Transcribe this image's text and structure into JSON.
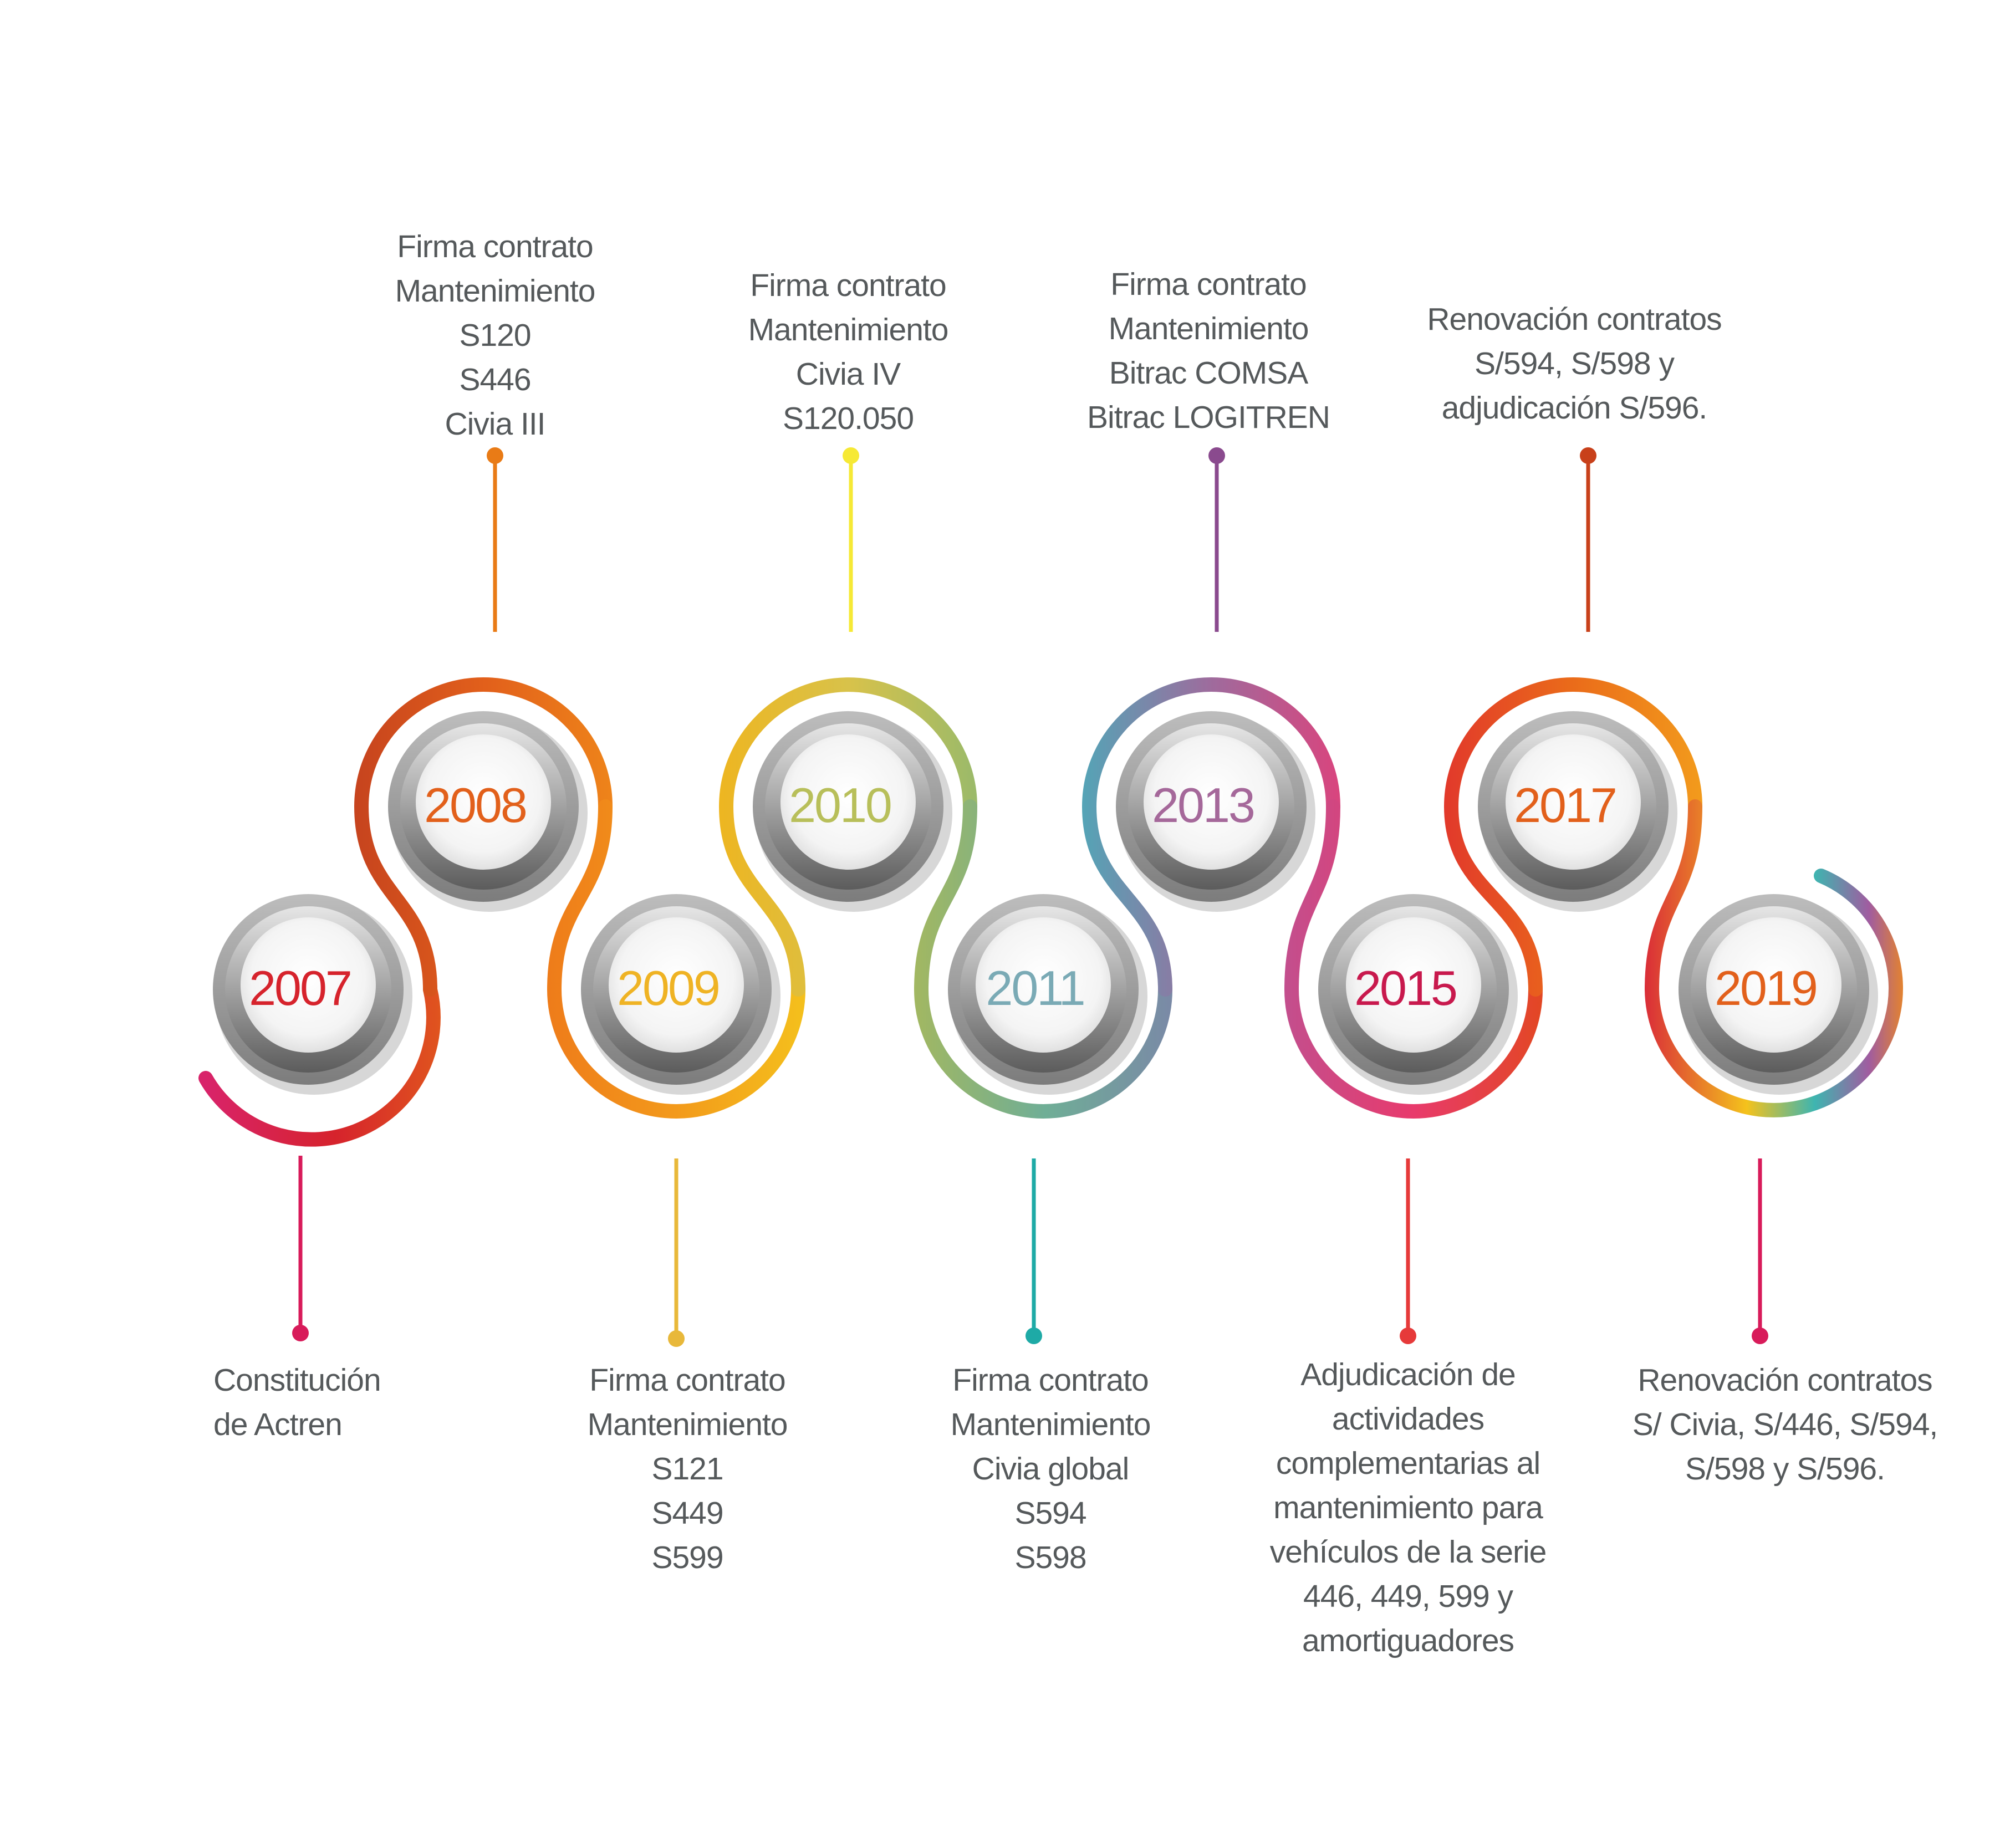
{
  "milestones": [
    {
      "year": "2007",
      "text": "Constitución\nde Actren",
      "color": "#d6232c",
      "dot": "#d81b5a"
    },
    {
      "year": "2008",
      "text": "Firma contrato\nMantenimiento\nS120\nS446\nCivia III",
      "color": "#e2601b",
      "dot": "#e97b16"
    },
    {
      "year": "2009",
      "text": "Firma contrato\nMantenimiento\nS121\nS449\nS599",
      "color": "#efb324",
      "dot": "#e8b83a"
    },
    {
      "year": "2010",
      "text": "Firma contrato\nMantenimiento\nCivia IV\nS120.050",
      "color": "#b8bf5a",
      "dot": "#f6e935"
    },
    {
      "year": "2011",
      "text": "Firma contrato\nMantenimiento\nCivia global\nS594\nS598",
      "color": "#7aaab5",
      "dot": "#1eaaa6"
    },
    {
      "year": "2013",
      "text": "Firma contrato\nMantenimiento\nBitrac COMSA\nBitrac LOGITREN",
      "color": "#a5689a",
      "dot": "#8a4a8e"
    },
    {
      "year": "2015",
      "text": "Adjudicación de\nactividades\ncomplementarias al\nmantenimiento para\nvehículos de la serie\n446, 449, 599 y\namortiguadores",
      "color": "#c8194d",
      "dot": "#e63a3a"
    },
    {
      "year": "2017",
      "text": "Renovación contratos\nS/594, S/598 y\nadjudicación S/596.",
      "color": "#e2601b",
      "dot": "#c8401a"
    },
    {
      "year": "2019",
      "text": "Renovación contratos\nS/ Civia, S/446, S/594,\nS/598 y S/596.",
      "color": "#e2601b",
      "dot": "#d81b5a"
    }
  ]
}
